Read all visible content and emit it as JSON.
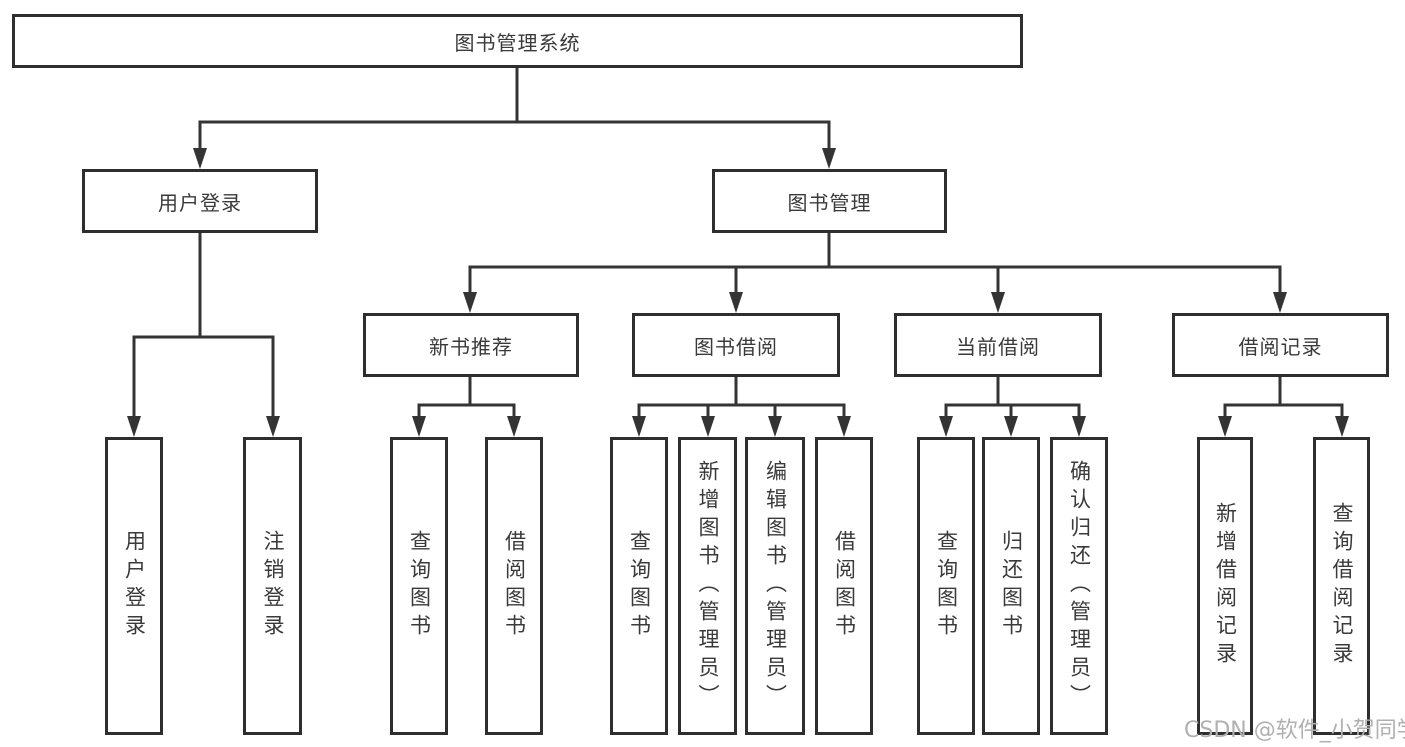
{
  "colors": {
    "line": "#343434",
    "box_border": "#2e2e2e",
    "box_fill": "#ffffff",
    "text": "#3a3a3a",
    "watermark": "#b0b0b0"
  },
  "tree": {
    "label": "图书管理系统",
    "children": [
      {
        "label": "用户登录",
        "children": [
          {
            "label": "用户登录"
          },
          {
            "label": "注销登录"
          }
        ]
      },
      {
        "label": "图书管理",
        "children": [
          {
            "label": "新书推荐",
            "children": [
              {
                "label": "查询图书"
              },
              {
                "label": "借阅图书"
              }
            ]
          },
          {
            "label": "图书借阅",
            "children": [
              {
                "label": "查询图书"
              },
              {
                "label": "新增图书（管理员）"
              },
              {
                "label": "编辑图书（管理员）"
              },
              {
                "label": "借阅图书"
              }
            ]
          },
          {
            "label": "当前借阅",
            "children": [
              {
                "label": "查询图书"
              },
              {
                "label": "归还图书"
              },
              {
                "label": "确认归还（管理员）"
              }
            ]
          },
          {
            "label": "借阅记录",
            "children": [
              {
                "label": "新增借阅记录"
              },
              {
                "label": "查询借阅记录"
              }
            ]
          }
        ]
      }
    ]
  },
  "watermark": {
    "text": "CSDN @软件_小贺同学"
  }
}
